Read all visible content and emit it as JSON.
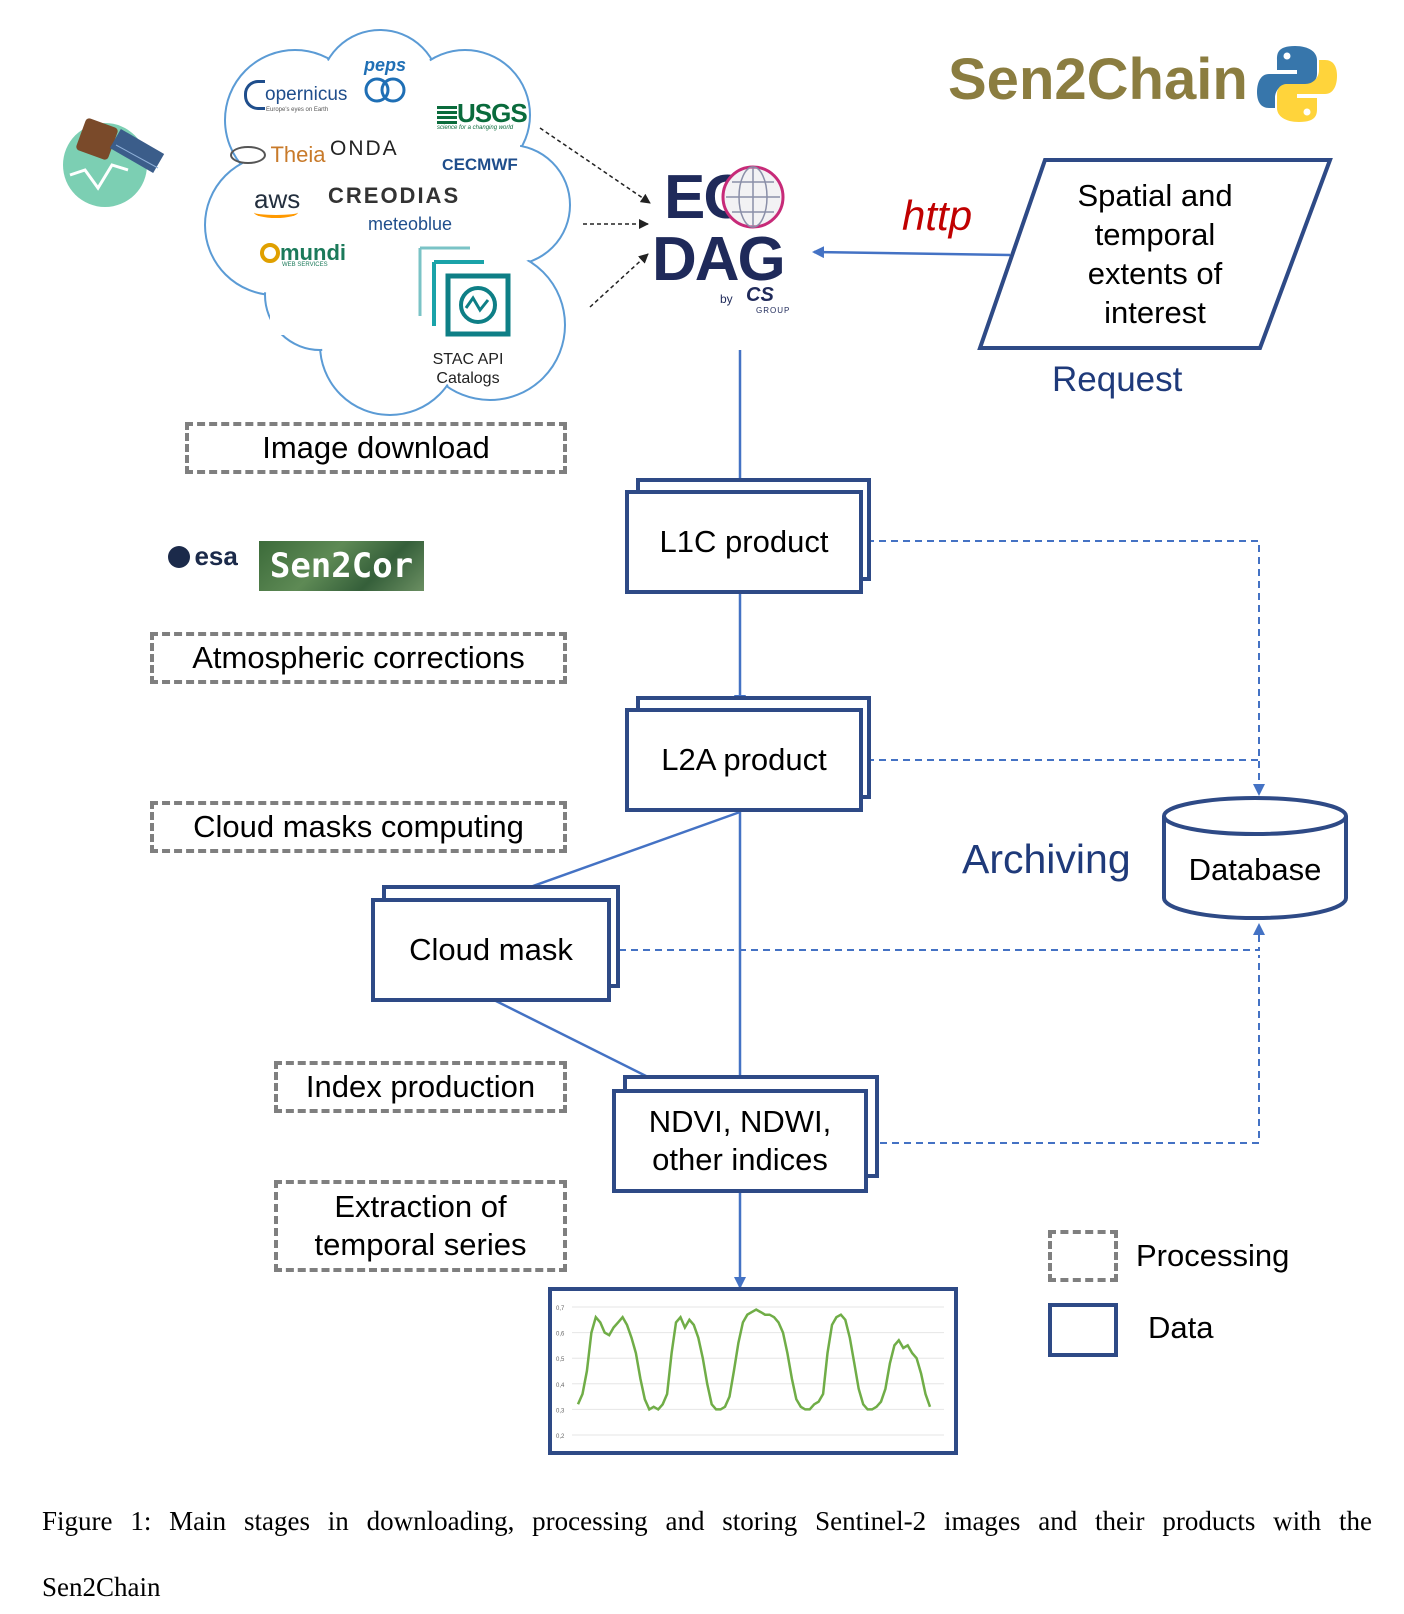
{
  "title": {
    "text": "Sen2Chain",
    "color": "#8b7d40"
  },
  "providers": {
    "copernicus": "opernicus",
    "copernicus_sub": "Europe's eyes on Earth",
    "peps": "peps",
    "usgs": "USGS",
    "usgs_sub": "science for a changing world",
    "theia": "Theia",
    "onda": "ONDA",
    "ecmwf": "ECMWF",
    "aws": "aws",
    "creodias": "CREODIAS",
    "meteoblue": "meteoblue",
    "mundi": "mundi",
    "mundi_sub": "WEB SERVICES",
    "stac_line1": "STAC API",
    "stac_line2": "Catalogs"
  },
  "eodag": {
    "eo": "EO",
    "dag": "DAG",
    "by": "by",
    "cs": "CS",
    "group": "GROUP"
  },
  "request": {
    "http": "http",
    "line1": "Spatial and",
    "line2": "temporal",
    "line3": "extents of",
    "line4": "interest",
    "label": "Request"
  },
  "processing_steps": {
    "image_download": "Image download",
    "atmospheric": "Atmospheric corrections",
    "cloud_masks": "Cloud masks computing",
    "index_production": "Index production",
    "extraction_line1": "Extraction of",
    "extraction_line2": "temporal series"
  },
  "sen2cor": {
    "esa": "esa",
    "sen2cor": "Sen2Cor"
  },
  "data_boxes": {
    "l1c": "L1C product",
    "l2a": "L2A product",
    "cloud_mask": "Cloud mask",
    "indices_line1": "NDVI, NDWI,",
    "indices_line2": "other indices"
  },
  "archiving": {
    "label": "Archiving",
    "database": "Database"
  },
  "legend": {
    "processing": "Processing",
    "data": "Data"
  },
  "colors": {
    "data_border": "#2e4a86",
    "arrow": "#4472c4",
    "dash_gray": "#7f7f7f",
    "http_red": "#c00000",
    "series_green": "#70ad47"
  },
  "chart_data": {
    "type": "line",
    "yticks": [
      "0,7",
      "0,6",
      "0,5",
      "0,4",
      "0,3",
      "0,2"
    ],
    "ylim": [
      0.2,
      0.7
    ],
    "x": [
      0,
      1,
      2,
      3,
      4,
      5,
      6,
      7,
      8,
      9,
      10,
      11,
      12,
      13,
      14,
      15,
      16,
      17,
      18,
      19,
      20,
      21,
      22,
      23,
      24,
      25,
      26,
      27,
      28,
      29,
      30,
      31,
      32,
      33,
      34,
      35,
      36,
      37,
      38,
      39,
      40,
      41,
      42,
      43,
      44,
      45,
      46,
      47,
      48,
      49,
      50,
      51,
      52,
      53,
      54,
      55,
      56,
      57,
      58,
      59,
      60,
      61,
      62,
      63,
      64,
      65,
      66,
      67,
      68,
      69,
      70,
      71,
      72,
      73,
      74,
      75,
      76,
      77,
      78,
      79
    ],
    "series": [
      {
        "values": [
          0.32,
          0.36,
          0.45,
          0.6,
          0.66,
          0.64,
          0.6,
          0.59,
          0.62,
          0.64,
          0.66,
          0.63,
          0.58,
          0.52,
          0.42,
          0.34,
          0.3,
          0.31,
          0.3,
          0.32,
          0.36,
          0.52,
          0.64,
          0.66,
          0.62,
          0.65,
          0.63,
          0.58,
          0.5,
          0.4,
          0.32,
          0.3,
          0.3,
          0.31,
          0.35,
          0.45,
          0.56,
          0.64,
          0.67,
          0.68,
          0.69,
          0.68,
          0.67,
          0.67,
          0.66,
          0.64,
          0.6,
          0.52,
          0.42,
          0.34,
          0.31,
          0.3,
          0.3,
          0.32,
          0.33,
          0.36,
          0.52,
          0.63,
          0.66,
          0.67,
          0.65,
          0.58,
          0.48,
          0.38,
          0.32,
          0.3,
          0.3,
          0.31,
          0.33,
          0.38,
          0.48,
          0.55,
          0.57,
          0.54,
          0.55,
          0.52,
          0.5,
          0.44,
          0.36,
          0.31
        ]
      }
    ]
  },
  "caption": {
    "line1": "Figure 1: Main stages in downloading, processing and storing Sentinel-2 images and their products with the",
    "line2": "Sen2Chain"
  }
}
